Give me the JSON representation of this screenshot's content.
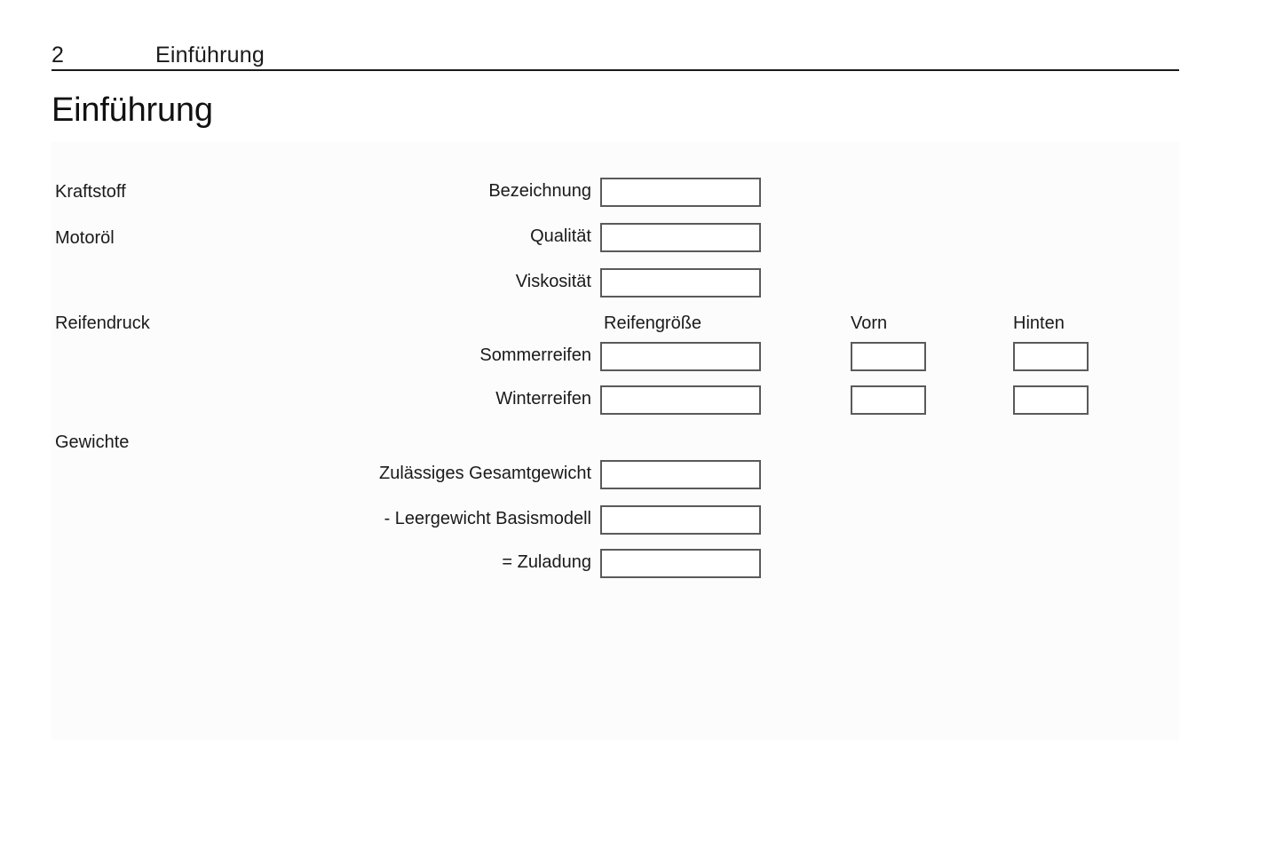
{
  "header": {
    "page_number": "2",
    "chapter": "Einführung"
  },
  "title": "Einführung",
  "sections": [
    {
      "name": "fuel",
      "label": "Kraftstoff"
    },
    {
      "name": "engine-oil",
      "label": "Motoröl"
    },
    {
      "name": "tyre-pressure",
      "label": "Reifendruck"
    },
    {
      "name": "weights",
      "label": "Gewichte"
    }
  ],
  "tyre_columns": {
    "size": "Reifengröße",
    "front": "Vorn",
    "rear": "Hinten"
  },
  "fields": [
    {
      "name": "bezeichnung",
      "label": "Bezeichnung",
      "value": ""
    },
    {
      "name": "qualitaet",
      "label": "Qualität",
      "value": ""
    },
    {
      "name": "viskositaet",
      "label": "Viskosität",
      "value": ""
    },
    {
      "name": "sommerreifen",
      "label": "Sommerreifen",
      "value": ""
    },
    {
      "name": "winterreifen",
      "label": "Winterreifen",
      "value": ""
    },
    {
      "name": "zulaessiges-gesamtgewicht",
      "label": "Zulässiges Gesamtgewicht",
      "value": ""
    },
    {
      "name": "leergewicht-basismodell",
      "label": "- Leergewicht Basismodell",
      "value": ""
    },
    {
      "name": "zuladung",
      "label": "= Zuladung",
      "value": ""
    }
  ],
  "tyre_values": {
    "sommerreifen_front": "",
    "sommerreifen_rear": "",
    "winterreifen_front": "",
    "winterreifen_rear": ""
  },
  "colors": {
    "text": "#1a1a1a",
    "rule": "#1a1a1a",
    "panel_background": "#fcfcfc",
    "page_background": "#ffffff",
    "box_border": "#5a5a5a",
    "box_fill": "#ffffff"
  }
}
